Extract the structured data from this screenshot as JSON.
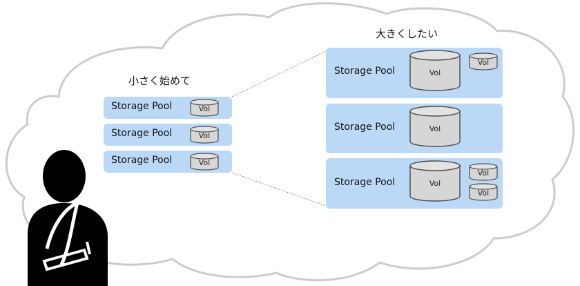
{
  "diagram": {
    "small_group": {
      "heading": "小さく始めて",
      "pools": [
        {
          "label": "Storage Pool",
          "volumes": [
            "Vol"
          ]
        },
        {
          "label": "Storage Pool",
          "volumes": [
            "Vol"
          ]
        },
        {
          "label": "Storage Pool",
          "volumes": [
            "Vol"
          ]
        }
      ]
    },
    "large_group": {
      "heading": "大きくしたい",
      "pools": [
        {
          "label": "Storage Pool",
          "volumes": [
            "Vol",
            "Vol"
          ]
        },
        {
          "label": "Storage Pool",
          "volumes": [
            "Vol"
          ]
        },
        {
          "label": "Storage Pool",
          "volumes": [
            "Vol",
            "Vol",
            "Vol"
          ]
        }
      ]
    },
    "colors": {
      "pool_fill": "#bcd8f7",
      "cylinder_fill": "#d6d6d6",
      "cylinder_stroke": "#4a4a4a",
      "cloud_stroke": "#cccccc",
      "person": "#000000"
    }
  }
}
